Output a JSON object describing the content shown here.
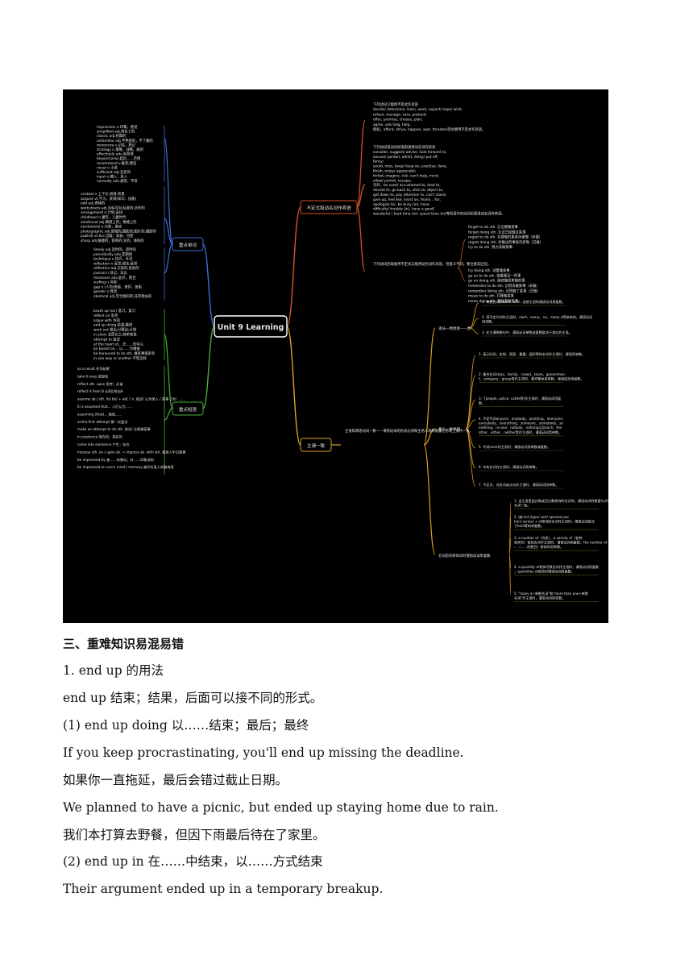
{
  "mindmap": {
    "center": "Unit 9 Learning",
    "branches": {
      "vocab": "重点单词",
      "phrases": "重点短语",
      "infinitive": "不定式和动名词作宾语",
      "agreement": "主谓一致"
    },
    "vocab_group1": [
      "impression n.印象；感觉",
      "simplified adj.简化了的",
      "classic adj.经典的",
      "unfamiliar adj.不熟悉的，不了解的",
      "memorize v.记住，熟记",
      "strategy n.策略，战略，规划",
      "effectively adv.有效地",
      "beyond prep.超出……范围",
      "recommend v.推荐;建议",
      "novel n.小说",
      "sufficient adj.充足的",
      "input n.输入；投入",
      "normally adv.通常，平常"
    ],
    "vocab_group2": [
      "context n.上下文;语境;背景",
      "acquire vt.学习，获得(知识、技能)",
      "odd adj.奇特的",
      "worksheets adj.目标导向;标准的;合作的",
      "arrangement n.计划;安排",
      "childhood n.童年，儿童时代",
      "emotional adj.情感上的；情绪上的",
      "excitement n.兴奋，激动",
      "photographic adj.照相的;摄影的;图片的;摄影师",
      "publish vt.&vi.出版；发表；刊登",
      "sharp adj.敏捷的，锐利的;尖的，锋利的"
    ],
    "vocab_group3": [
      "timely adj.及时的，适时的",
      "periodically adv.定期地",
      "technique n.技巧，手法",
      "reflection n.反思;想法;反射",
      "reflective adj.沉思的;反射的",
      "journal n.日记，日志",
      "moreover adv.此外，而且",
      "surfing n.冲浪",
      "gap n.(人的)差距，差异，差距",
      "gender n.性别",
      "identical adj.完全相同的;非常相似的"
    ],
    "phrase_group1": [
      "brush up (on) 温习，复习",
      "reflect on 思考",
      "argue with 争辩",
      "end up doing 结果;最终",
      "work out 想出;计算出;计划",
      "in short 总而言之;简单来说",
      "attempt to 尝试",
      "at the heart of... 在……的中心",
      "be based on... 以……为根据",
      "be honoured to do sth. 做某事很荣幸",
      "in one way or another 不管怎样"
    ],
    "phrase_group2": [
      "as a result 作为结果",
      "take it easy 放轻松",
      "reflect sth. upon 思考；反省",
      "reflect A from B 从B反射出A",
      "assume sb./ sth. (to be) + adj. / n. 假定/ 认为某人 / 某事（为）……",
      "It is assumed that... 人们认为……",
      "assuming (that)... 假如……",
      "at the first attempt 第一次尝试",
      "make an attempt to do sth. 尝试/ 企图做某事",
      "in existence 现存的；现有的",
      "come into existence 产生；存在",
      "impress sth. on / upon sb. = impress sb. with sth. 使某人牢记某事",
      "be impressed by 被……的感动；对……印象深刻",
      "be impressed on one's mind / memory 被印在某人的脑海里"
    ],
    "infinitive_group1": [
      "下列动词只能用不定式作宾语",
      "decide/ determine, learn, want, expect/ hope/ wish;",
      "refuse, manage, care, pretend;",
      "offer, promise, choose, plan;",
      "agree, ask/ beg, help,",
      "假如，afford, strive, happen, wait, threaten等也要用不定式作宾语。"
    ],
    "infinitive_group2": [
      "下列动词或动词短语则须用动名词作宾语",
      "consider, suggest/ advise, look forward to,",
      "excuse/ pardon; admit, delay/ put off,",
      "fancy;",
      "avoid, miss, keep/ keep on, practise; deny,",
      "finish, enjoy/ appreciate;",
      "forbid, imagine, risk; can't help, mind,",
      "allow/ permit, escape;",
      "另外，be used/ accustomed to, lead to,",
      "devote to, go back to, stick to, object to,",
      "get down to, pay attention to, can't stand,",
      "give up, feel like, insist on, thank... for,",
      "apologize for, be busy (in), have",
      "difficulty/ trouble (in), have a good/",
      "wonderful / hard time (in), spend time (in)等短语中的动词也要用动名词作宾语。"
    ],
    "infinitive_group3_label": "下列动词后既能用不定式又能用动名词作宾语，但意义不同，要注意其区别。",
    "infinitive_group3": [
      "forget to do sth. 忘记要做某事",
      "forget doing sth. 忘记已经做过某事",
      "regret to do sth. 对要做的事表示遗憾（未做）",
      "regret doing sth. 对做过的事表示后悔（已做）",
      "try to do sth. 努力去做某事",
      "try doing sth. 试着做某事",
      "go on to do sth. 接着做另一件事",
      "go on doing sth. 继续做原来做的事",
      "remember to do sth. 记得去做某事（未做）",
      "remember doing sth. 记得做了某事（已做）",
      "mean to do sth. 打算做某事",
      "mean doing sth. 意味着做某事"
    ],
    "agreement_intro": "主语和谓语动词一致——谓语动词的形式必须和主语人称和数量在形式上保持一致。",
    "agreement_sub": [
      "语法一致原则——数",
      "意义一致原则",
      "名词前有修饰词时谓语动词单复数"
    ],
    "grammar_rules": [
      "1. 单数名词和both...and...连接主语的谓语动词用复数。",
      "2. 用不定代词作主语时，each、every、no、many a等修饰的，谓语动词用单数。",
      "3. 在主谓倒装句中，谓语动词单数或复数取决于其后的主语。"
    ],
    "meaning_rules": [
      "1. 表示时间、金钱、距离、重量、面积等的名词作主语时，谓语用单数。",
      "2. 集合名词class、family、crowd、team、government、company、group等作主语时，看作整体用单数，强调成员用复数。",
      "3. \"(people, police, cattle等)作主语时，谓语动词用复数。",
      "4. 不定代词anyone、anybody、anything、everyone、everybody、everything、someone、somebody、something、no one、nobody、nothing以及each、the other、either、neither等作主语时，谓语动词用单数。",
      "5. 代词none作主语时，谓语动词用单数或复数。",
      "6. 专有名词作主语时，谓语动词用单数。",
      "7. 不定式、动名词或从句作主语时，谓语动词用单数。"
    ],
    "modifier_rules": [
      "1. 当主语是由分数或百分数修饰的名词时，谓语动词的数要与of后面的名词一致。",
      "2. 由kind (type/ sort/ species/ portion/ series) + of修饰的名词作主语时，谓语动词取决于kind等的单复数。",
      "3. a number of（许多）、a variety of（各种各样的）修饰名词作主语时，谓语动词用复数；the number of...（……的数目）修饰时用单数。",
      "4. a quantity of修饰可数名词作主语时，谓语动词用复数；quantities of修饰时谓语动词用复数。",
      "5. \"many a+单数名词\"和\"more than one+单数名词\"作主语时，谓语动词用单数。"
    ]
  },
  "section_heading": "三、重难知识易混易错",
  "subheading": "1. end up 的用法",
  "lines": [
    "end up  结束；结果，后面可以接不同的形式。",
    "(1) end up doing  以……结束；最后；最终",
    "If you keep procrastinating, you'll end up missing the deadline.",
    "如果你一直拖延，最后会错过截止日期。",
    "We planned to have a picnic, but ended up staying home due to rain.",
    "我们本打算去野餐，但因下雨最后待在了家里。",
    "(2) end up in 在……中结束，以……方式结束",
    "Their argument ended up in a temporary breakup."
  ],
  "colors": {
    "background": "#000000",
    "center_border": "#ffffff",
    "vocab_branch": "#3b6fd4",
    "phrase_branch": "#4caf3a",
    "infinitive_branch": "#d9542b",
    "agreement_branch": "#e0a020"
  }
}
